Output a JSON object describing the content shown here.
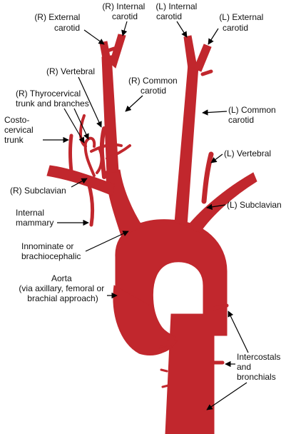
{
  "labels": {
    "r_external_carotid": [
      "(R) External",
      "carotid"
    ],
    "r_internal_carotid": [
      "(R) Internal",
      "carotid"
    ],
    "l_internal_carotid": [
      "(L) Internal",
      "carotid"
    ],
    "l_external_carotid": [
      "(L) External",
      "carotid"
    ],
    "r_vertebral": [
      "(R) Vertebral"
    ],
    "r_common_carotid": [
      "(R) Common",
      "carotid"
    ],
    "r_thyrocervical": [
      "(R) Thyrocervical",
      "trunk and branches"
    ],
    "l_common_carotid": [
      "(L) Common",
      "carotid"
    ],
    "costocervical": [
      "Costo-",
      "cervical",
      "trunk"
    ],
    "l_vertebral": [
      "(L) Vertebral"
    ],
    "r_subclavian": [
      "(R) Subclavian"
    ],
    "l_subclavian": [
      "(L) Subclavian"
    ],
    "internal_mammary": [
      "Internal",
      "mammary"
    ],
    "innominate": [
      "Innominate or",
      "brachiocephalic"
    ],
    "aorta": [
      "Aorta",
      "(via axillary, femoral or",
      "brachial approach)"
    ],
    "intercostals": [
      "Intercostals",
      "and",
      "bronchials"
    ]
  },
  "colors": {
    "vessel": "#c1272d",
    "text": "#111111",
    "arrow": "#000000"
  }
}
